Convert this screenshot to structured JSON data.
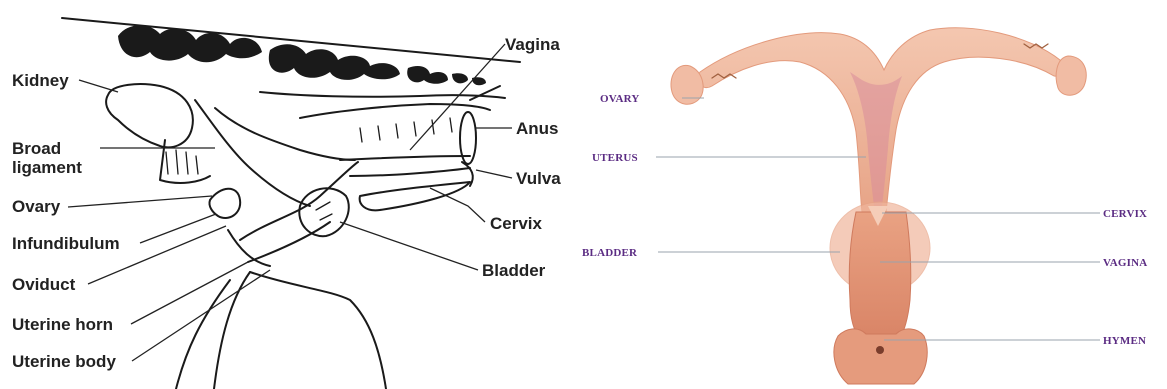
{
  "left_diagram": {
    "labels": {
      "kidney": "Kidney",
      "broad_ligament_1": "Broad",
      "broad_ligament_2": "ligament",
      "ovary": "Ovary",
      "infundibulum": "Infundibulum",
      "oviduct": "Oviduct",
      "uterine_horn": "Uterine horn",
      "uterine_body": "Uterine body",
      "vagina": "Vagina",
      "anus": "Anus",
      "vulva": "Vulva",
      "cervix": "Cervix",
      "bladder": "Bladder"
    }
  },
  "right_diagram": {
    "labels": {
      "ovary": "OVARY",
      "uterus": "UTERUS",
      "bladder": "BLADDER",
      "cervix": "CERVIX",
      "vagina": "VAGINA",
      "hymen": "HYMEN"
    },
    "colors": {
      "label_text": "#5b2c83",
      "tissue_light": "#f2c2aa",
      "tissue_mid": "#e8a68a",
      "tissue_dark": "#d9846a"
    }
  }
}
